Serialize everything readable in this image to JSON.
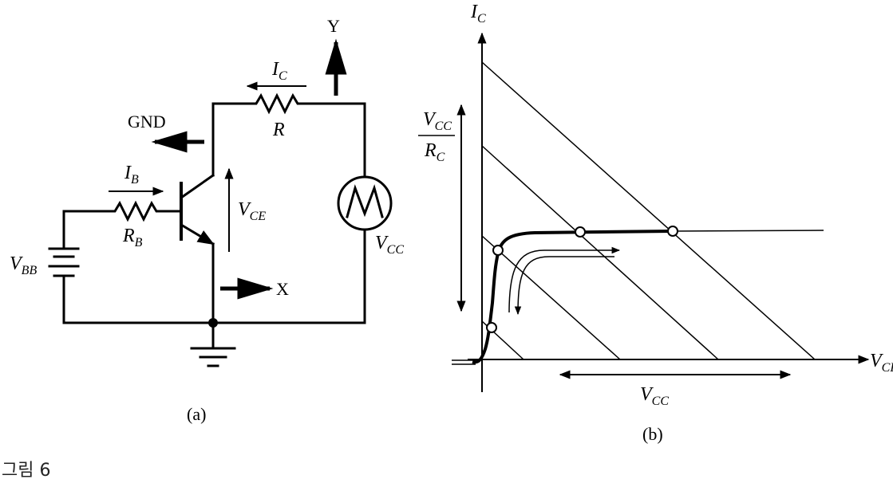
{
  "figure": {
    "caption": "그림 6",
    "panel_a_label": "(a)",
    "panel_b_label": "(b)"
  },
  "circuit": {
    "label_gnd": "GND",
    "label_x": "X",
    "label_y": "Y",
    "ic": {
      "main": "I",
      "sub": "C"
    },
    "r": "R",
    "ib": {
      "main": "I",
      "sub": "B"
    },
    "rb": {
      "main": "R",
      "sub": "B"
    },
    "vbb": {
      "main": "V",
      "sub": "BB"
    },
    "vce": {
      "main": "V",
      "sub": "CE"
    },
    "vcc": {
      "main": "V",
      "sub": "CC"
    }
  },
  "graph": {
    "y_axis": {
      "main": "I",
      "sub": "C"
    },
    "x_axis": {
      "main": "V",
      "sub": "CE"
    },
    "span_x": {
      "main": "V",
      "sub": "CC"
    },
    "span_y": {
      "num_main": "V",
      "num_sub": "CC",
      "den_main": "R",
      "den_sub": "C"
    }
  },
  "colors": {
    "ink": "#000000",
    "background": "#ffffff"
  }
}
